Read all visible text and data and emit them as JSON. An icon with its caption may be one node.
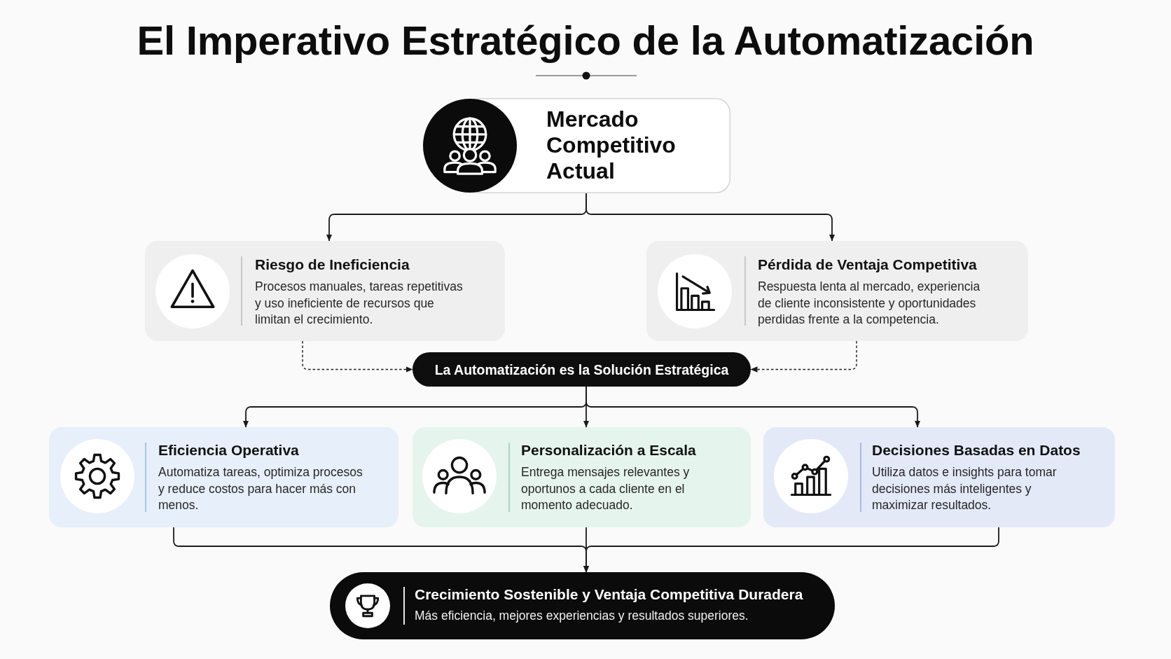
{
  "diagram": {
    "title": "El Imperativo Estratégico de la Automatización",
    "nodes": [
      {
        "text": [
          "Mercado Competitivo Actual"
        ]
      },
      {
        "text": [
          "Riesgo de Ineficiencia",
          "Procesos manuales, tareas repetitivas y uso ineficiente de recursos que limitan el crecimiento."
        ]
      },
      {
        "text": [
          "Pérdida de Ventaja Competitiva",
          "Respuesta lenta al mercado, experiencia de cliente inconsistente y oportunidades perdidas frente a la competencia."
        ]
      },
      {
        "text": [
          "La Automatización es la Solución Estratégica"
        ]
      },
      {
        "text": [
          "Eficiencia Operativa",
          "Automatiza tareas, optimiza procesos y reduce costos para hacer más con menos."
        ]
      },
      {
        "text": [
          "Personalización a Escala",
          "Entrega mensajes relevantes y oportunos a cada cliente en el momento adecuado."
        ]
      },
      {
        "text": [
          "Decisiones Basadas en Datos",
          "Utiliza datos e insights para tomar decisiones más inteligentes y maximizar resultados."
        ]
      },
      {
        "text": [
          "Crecimiento Sostenible y Ventaja Competitiva Duradera",
          "Más eficiencia, mejores experiencias y resultados superiores."
        ]
      }
    ],
    "edges": [
      {
        "from": 0,
        "to": 1,
        "arrow": "to"
      },
      {
        "from": 0,
        "to": 2,
        "arrow": "to"
      },
      {
        "from": 1,
        "to": 3,
        "arrow": "to",
        "style": "dashed"
      },
      {
        "from": 2,
        "to": 3,
        "arrow": "to",
        "style": "dashed"
      },
      {
        "from": 3,
        "to": 4,
        "arrow": "to"
      },
      {
        "from": 3,
        "to": 5,
        "arrow": "to"
      },
      {
        "from": 3,
        "to": 6,
        "arrow": "to"
      },
      {
        "from": 4,
        "to": 7,
        "arrow": "to"
      },
      {
        "from": 5,
        "to": 7,
        "arrow": "to"
      },
      {
        "from": 6,
        "to": 7,
        "arrow": "to"
      }
    ]
  }
}
